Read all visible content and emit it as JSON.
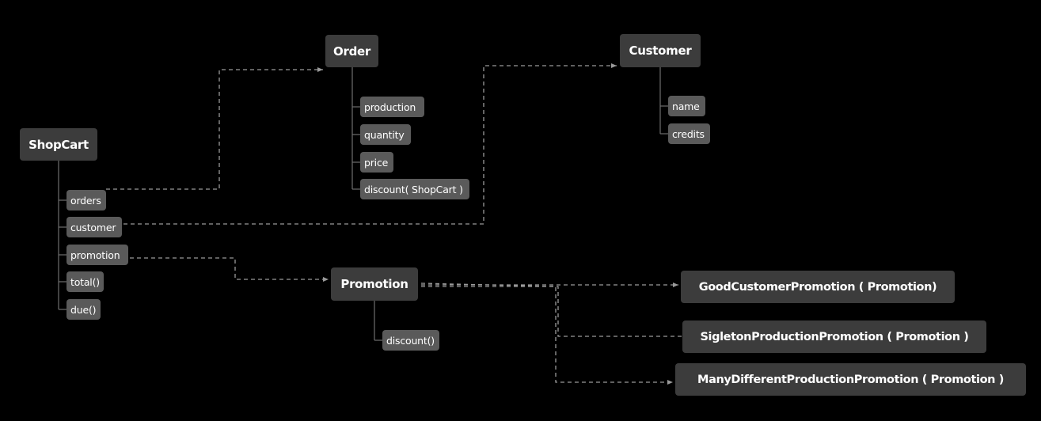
{
  "nodes": {
    "shopcart": {
      "title": "ShopCart",
      "fields": [
        "orders",
        "customer",
        "promotion",
        "total()",
        "due()"
      ]
    },
    "order": {
      "title": "Order",
      "fields": [
        "production",
        "quantity",
        "price",
        "discount( ShopCart )"
      ]
    },
    "customer": {
      "title": "Customer",
      "fields": [
        "name",
        "credits"
      ]
    },
    "promotion": {
      "title": "Promotion",
      "fields": [
        "discount()"
      ]
    },
    "subclasses": [
      "GoodCustomerPromotion ( Promotion)",
      "SigletonProductionPromotion ( Promotion )",
      "ManyDifferentProductionPromotion ( Promotion )"
    ]
  },
  "colors": {
    "background": "#000000",
    "root_node": "#3c3c3c",
    "leaf_node": "#5a5a5a",
    "tree_line": "#6e6e6e",
    "dashed_link": "#9a9a9a",
    "text": "#ffffff"
  }
}
